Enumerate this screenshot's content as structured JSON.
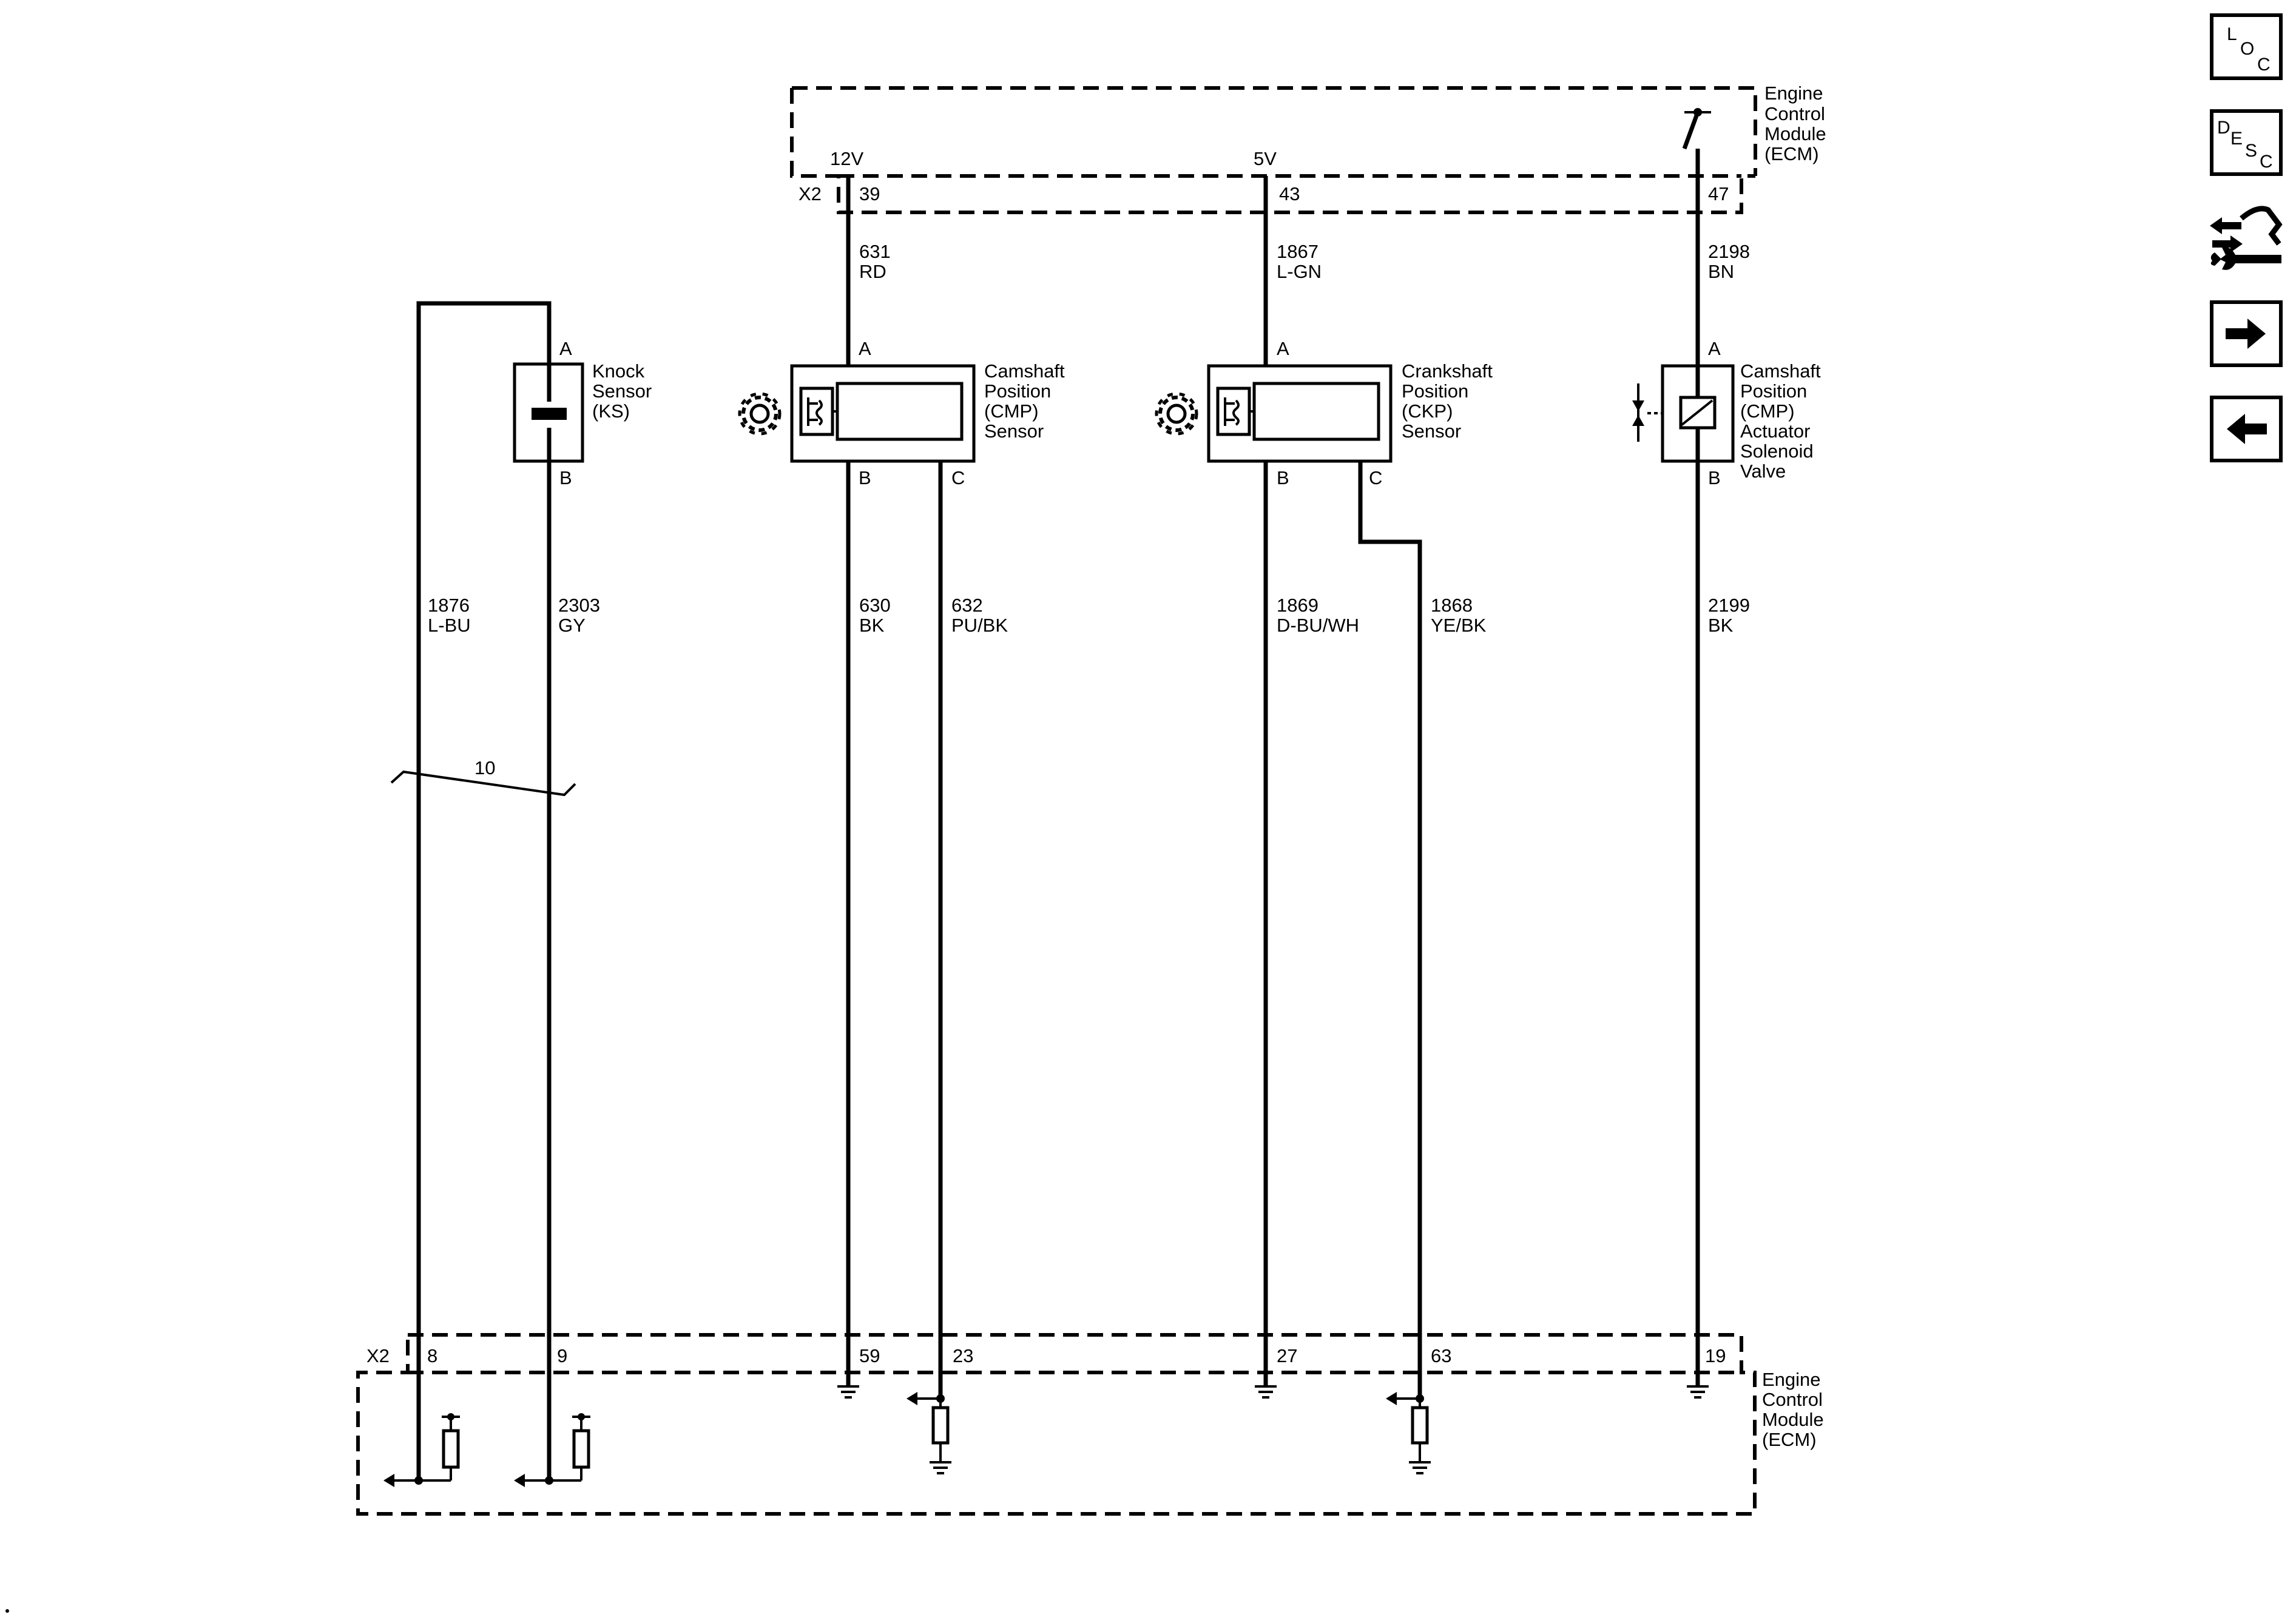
{
  "ecm_top": {
    "title_lines": [
      "Engine",
      "Control",
      "Module",
      "(ECM)"
    ],
    "connector": "X2",
    "voltage_12v": "12V",
    "voltage_5v": "5V",
    "pins": [
      "39",
      "43",
      "47"
    ]
  },
  "ecm_bottom": {
    "title_lines": [
      "Engine",
      "Control",
      "Module",
      "(ECM)"
    ],
    "connector": "X2",
    "pins": [
      "8",
      "9",
      "59",
      "23",
      "27",
      "63",
      "19"
    ]
  },
  "wires": {
    "w631": {
      "num": "631",
      "color": "RD"
    },
    "w1867": {
      "num": "1867",
      "color": "L-GN"
    },
    "w2198": {
      "num": "2198",
      "color": "BN"
    },
    "w1876": {
      "num": "1876",
      "color": "L-BU"
    },
    "w2303": {
      "num": "2303",
      "color": "GY"
    },
    "w630": {
      "num": "630",
      "color": "BK"
    },
    "w632": {
      "num": "632",
      "color": "PU/BK"
    },
    "w1869": {
      "num": "1869",
      "color": "D-BU/WH"
    },
    "w1868": {
      "num": "1868",
      "color": "YE/BK"
    },
    "w2199": {
      "num": "2199",
      "color": "BK"
    }
  },
  "twist_label": "10",
  "components": {
    "knock_sensor": {
      "lines": [
        "Knock",
        "Sensor",
        "(KS)"
      ],
      "pin_a": "A",
      "pin_b": "B"
    },
    "cmp_sensor": {
      "lines": [
        "Camshaft",
        "Position",
        "(CMP)",
        "Sensor"
      ],
      "pin_a": "A",
      "pin_b": "B",
      "pin_c": "C"
    },
    "ckp_sensor": {
      "lines": [
        "Crankshaft",
        "Position",
        "(CKP)",
        "Sensor"
      ],
      "pin_a": "A",
      "pin_b": "B",
      "pin_c": "C"
    },
    "cmp_solenoid": {
      "lines": [
        "Camshaft",
        "Position",
        "(CMP)",
        "Actuator",
        "Solenoid",
        "Valve"
      ],
      "pin_a": "A",
      "pin_b": "B"
    }
  },
  "nav": {
    "loc": {
      "letters": [
        "L",
        "O",
        "C"
      ],
      "icon": "loc-icon"
    },
    "desc": {
      "letters": [
        "D",
        "E",
        "S",
        "C"
      ],
      "icon": "desc-icon"
    },
    "connector_icon": "connector-tool-icon",
    "next_icon": "arrow-right-icon",
    "prev_icon": "arrow-left-icon"
  }
}
